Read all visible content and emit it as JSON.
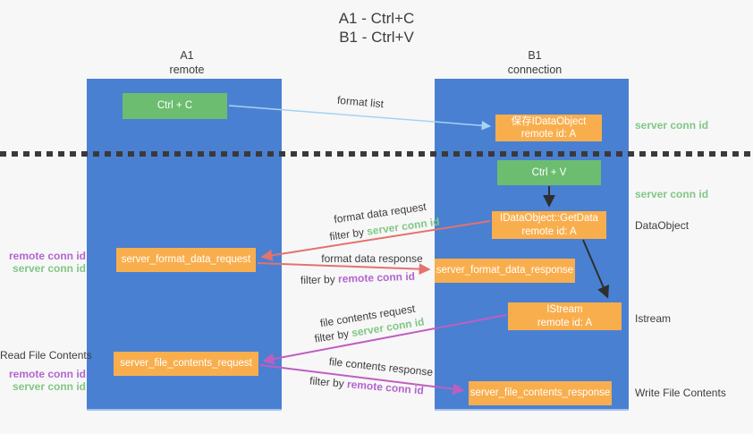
{
  "title": {
    "line1": "A1 - Ctrl+C",
    "line2": "B1 - Ctrl+V"
  },
  "columns": {
    "left": {
      "id": "A1",
      "role": "remote"
    },
    "right": {
      "id": "B1",
      "role": "connection"
    }
  },
  "shared": {
    "server_conn_id": "server conn id",
    "remote_conn_id": "remote conn id",
    "filter_by": "filter by "
  },
  "boxes": {
    "ctrl_c": {
      "label": "Ctrl + C"
    },
    "ctrl_v": {
      "label": "Ctrl + V"
    },
    "save_idataobject": {
      "line1": "保存IDataObject",
      "line2": "remote id: A"
    },
    "getdata": {
      "line1": "IDataObject::GetData",
      "line2": "remote id: A"
    },
    "istream": {
      "line1": "IStream",
      "line2": "remote id: A"
    },
    "format_request": {
      "label": "server_format_data_request"
    },
    "format_response": {
      "label": "server_format_data_response"
    },
    "file_request": {
      "label": "server_file_contents_request"
    },
    "file_response": {
      "label": "server_file_contents_response"
    }
  },
  "arrow_labels": {
    "format_list": "format list",
    "format_data_request": "format data request",
    "format_data_response": "format data response",
    "file_contents_request": "file contents request",
    "file_contents_response": "file contents response"
  },
  "side_labels": {
    "dataobject": "DataObject",
    "istream": "Istream",
    "read_file_contents": "Read File Contents",
    "write_file_contents": "Write File Contents"
  },
  "colors": {
    "column_blue": "#4a80d2",
    "box_green": "#6cbd70",
    "box_orange": "#f9ae4d",
    "label_green": "#82c785",
    "label_purple": "#b365cf",
    "arrow_red": "#e4726d",
    "arrow_magenta": "#c05ec0",
    "arrow_lightblue": "#a5d3f1",
    "arrow_black": "#2e2e2e",
    "background": "#f7f7f8"
  }
}
